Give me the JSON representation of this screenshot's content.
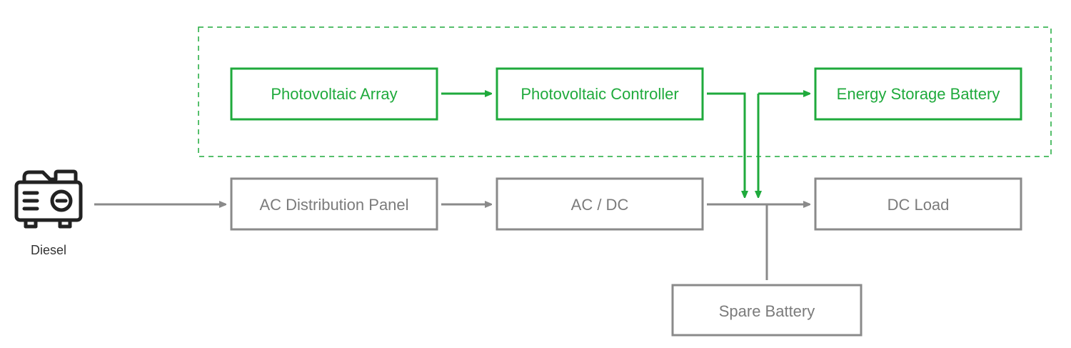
{
  "colors": {
    "green": "#1faa3c",
    "gray": "#8a8a8a",
    "dark": "#222222"
  },
  "nodes": {
    "pv_array": "Photovoltaic Array",
    "pv_controller": "Photovoltaic Controller",
    "storage_battery": "Energy Storage Battery",
    "ac_panel": "AC Distribution Panel",
    "ac_dc": "AC / DC",
    "dc_load": "DC Load",
    "spare_battery": "Spare Battery",
    "diesel": "Diesel"
  },
  "icons": {
    "diesel": "generator-icon"
  }
}
